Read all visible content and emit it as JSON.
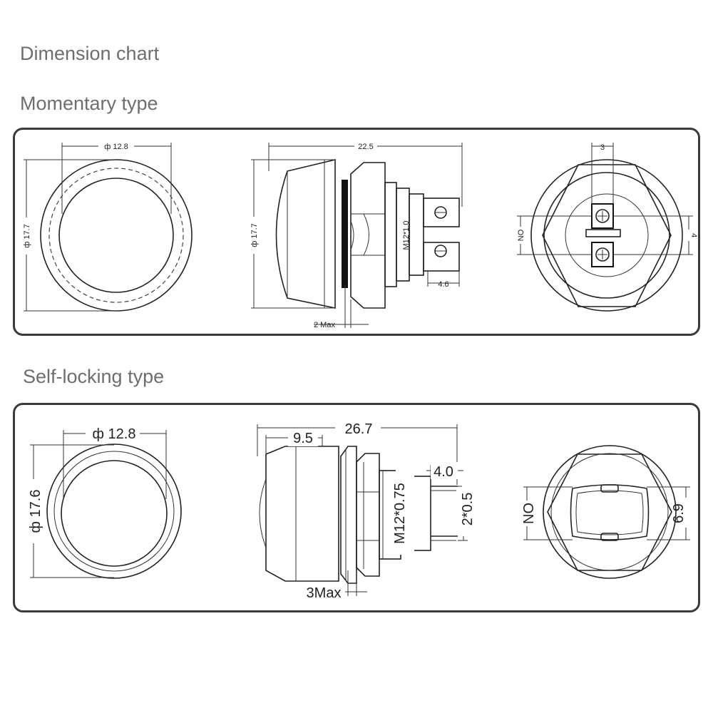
{
  "page": {
    "title": "Dimension chart",
    "momentary_heading": "Momentary type",
    "selflocking_heading": "Self-locking type"
  },
  "momentary": {
    "front_width": "ф 12.8",
    "front_height": "ф 17.7",
    "side_length": "22.5",
    "side_height": "ф 17.7",
    "thread": "M12*1.0",
    "terminal_length": "4.6",
    "panel_thickness": "2 Max",
    "back_terminal_width": "3",
    "back_contact_label": "NO",
    "back_contact_height": "4"
  },
  "selflocking": {
    "front_width": "ф 12.8",
    "front_height": "ф 17.6",
    "side_cap_length": "9.5",
    "side_length": "26.7",
    "terminal_length": "4.0",
    "thread": "M12*0.75",
    "terminal_spec": "2*0.5",
    "panel_thickness": "3Max",
    "back_contact_label": "NO",
    "back_height": "6.9"
  }
}
